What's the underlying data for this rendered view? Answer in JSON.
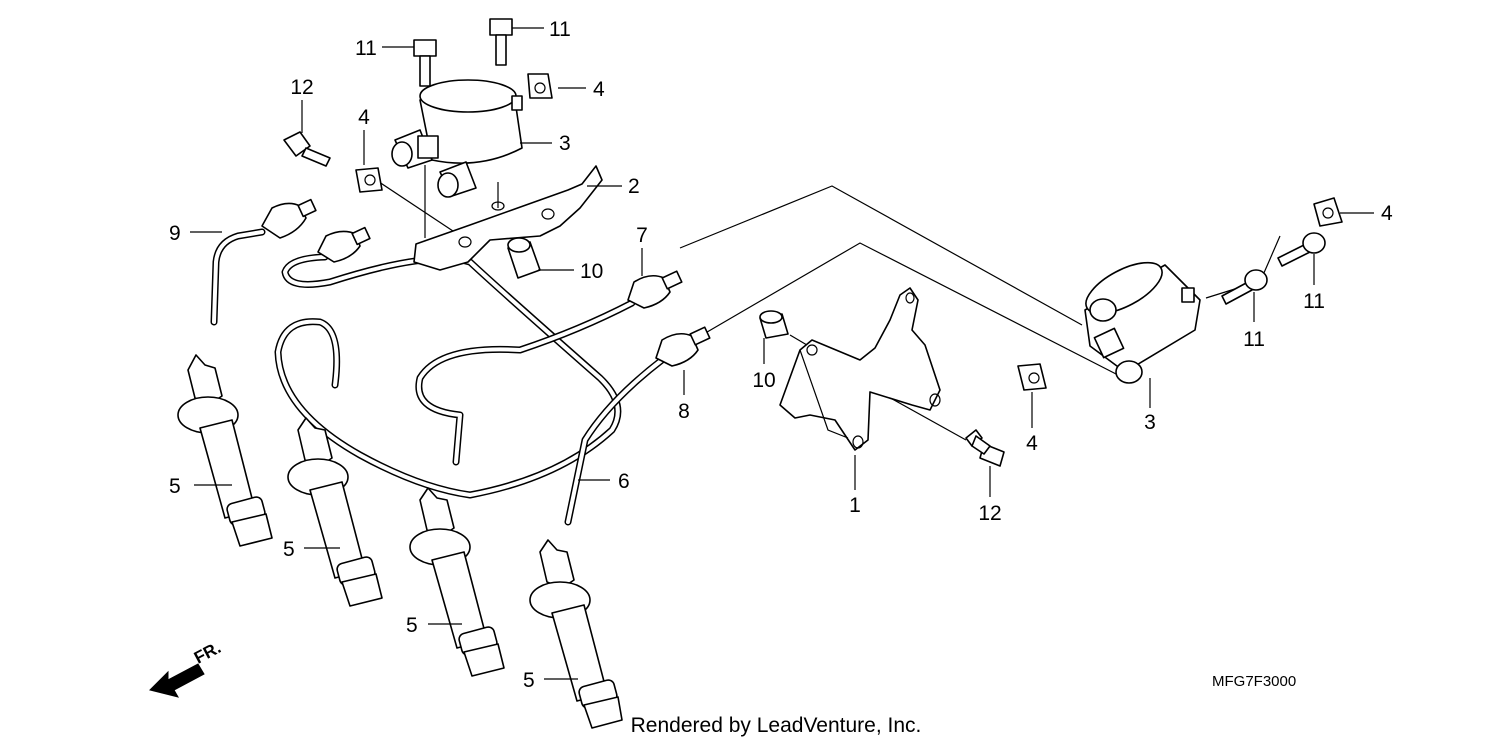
{
  "diagram": {
    "code": "MFG7F3000",
    "credit": "Rendered by LeadVenture, Inc.",
    "front_marker": "FR.",
    "callouts": {
      "c1": "1",
      "c2": "2",
      "c3a": "3",
      "c3b": "3",
      "c4a": "4",
      "c4b": "4",
      "c4c": "4",
      "c4d": "4",
      "c5a": "5",
      "c5b": "5",
      "c5c": "5",
      "c5d": "5",
      "c6": "6",
      "c7": "7",
      "c8": "8",
      "c9": "9",
      "c10a": "10",
      "c10b": "10",
      "c11a": "11",
      "c11b": "11",
      "c11c": "11",
      "c11d": "11",
      "c12a": "12",
      "c12b": "12"
    }
  }
}
